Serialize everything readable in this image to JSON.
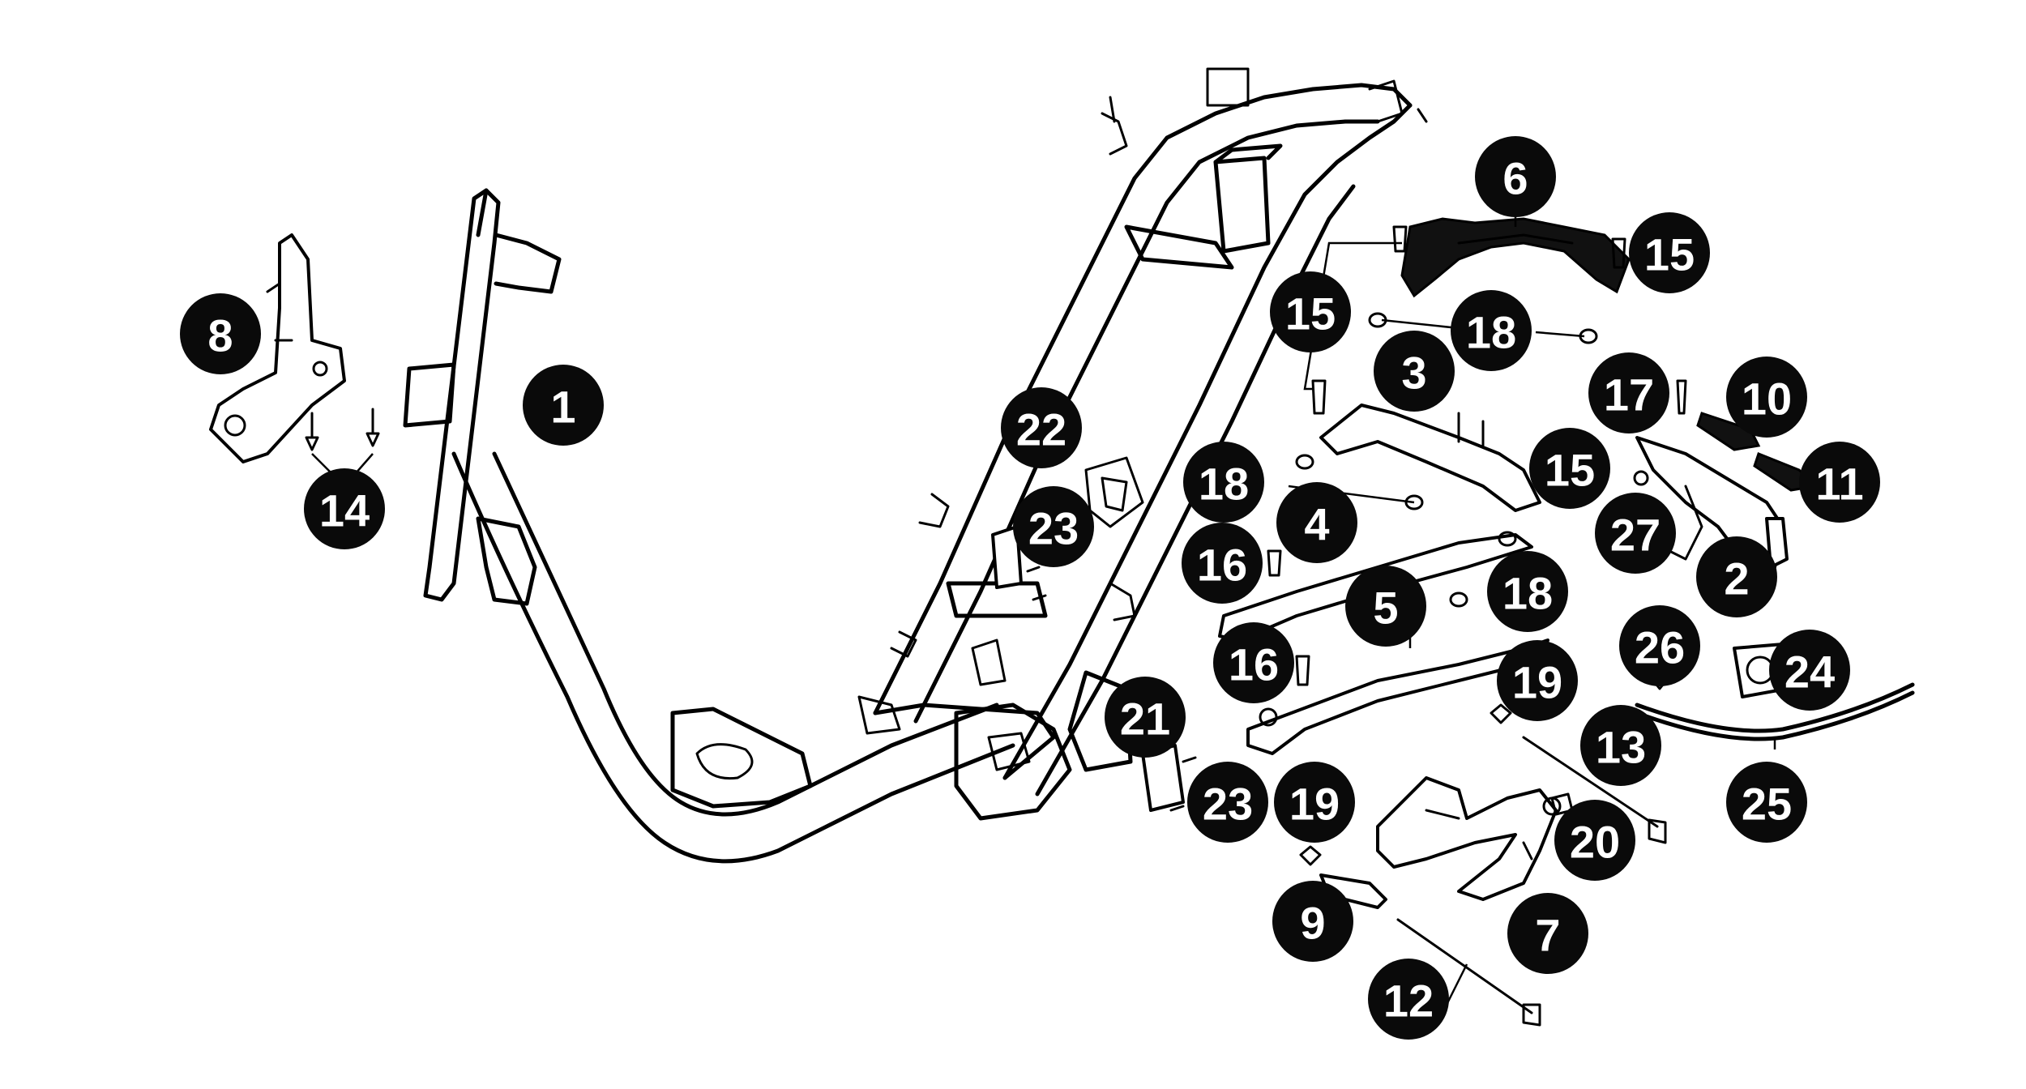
{
  "callouts": [
    {
      "id": "1",
      "label": "1"
    },
    {
      "id": "2",
      "label": "2"
    },
    {
      "id": "3",
      "label": "3"
    },
    {
      "id": "4",
      "label": "4"
    },
    {
      "id": "5",
      "label": "5"
    },
    {
      "id": "6",
      "label": "6"
    },
    {
      "id": "7",
      "label": "7"
    },
    {
      "id": "8",
      "label": "8"
    },
    {
      "id": "9",
      "label": "9"
    },
    {
      "id": "10",
      "label": "10"
    },
    {
      "id": "11",
      "label": "11"
    },
    {
      "id": "12",
      "label": "12"
    },
    {
      "id": "13",
      "label": "13"
    },
    {
      "id": "14",
      "label": "14"
    },
    {
      "id": "15a",
      "label": "15"
    },
    {
      "id": "15b",
      "label": "15"
    },
    {
      "id": "15c",
      "label": "15"
    },
    {
      "id": "16a",
      "label": "16"
    },
    {
      "id": "16b",
      "label": "16"
    },
    {
      "id": "17",
      "label": "17"
    },
    {
      "id": "18a",
      "label": "18"
    },
    {
      "id": "18b",
      "label": "18"
    },
    {
      "id": "18c",
      "label": "18"
    },
    {
      "id": "19a",
      "label": "19"
    },
    {
      "id": "19b",
      "label": "19"
    },
    {
      "id": "20",
      "label": "20"
    },
    {
      "id": "21",
      "label": "21"
    },
    {
      "id": "22",
      "label": "22"
    },
    {
      "id": "23a",
      "label": "23"
    },
    {
      "id": "23b",
      "label": "23"
    },
    {
      "id": "24",
      "label": "24"
    },
    {
      "id": "25",
      "label": "25"
    },
    {
      "id": "26",
      "label": "26"
    },
    {
      "id": "27",
      "label": "27"
    }
  ]
}
